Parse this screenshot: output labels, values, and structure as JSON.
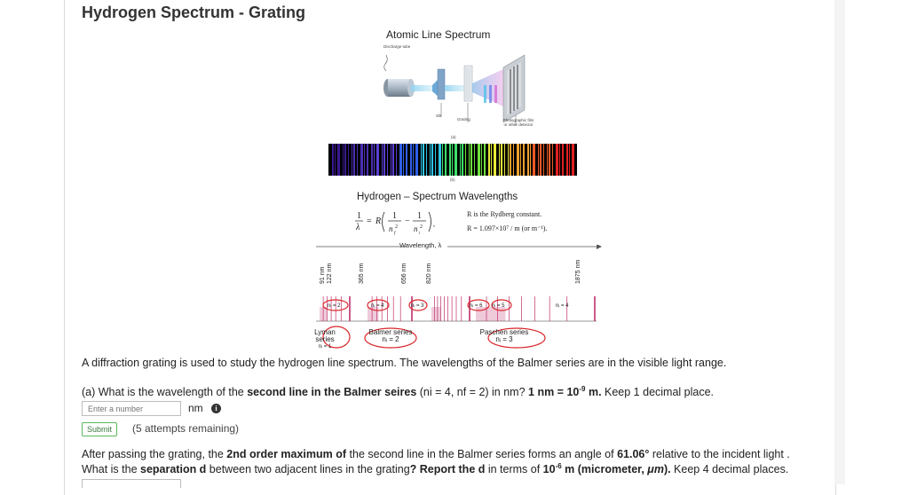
{
  "problem": {
    "title": "Hydrogen Spectrum - Grating"
  },
  "figure": {
    "heading1": "Atomic Line Spectrum",
    "discharge_tube_label": "Discharge tube",
    "slit_label": "Slit",
    "grating_label": "Grating",
    "detector_label": "Photographic film or other detector",
    "panel_a_label": "(a)",
    "panel_b_label": "(b)",
    "spectrum_line_colors": [
      "#3a1a8c",
      "#4b2fb0",
      "#5a3fd0",
      "#2f5fe8",
      "#2ec4e8",
      "#3ce06a",
      "#6fe03c",
      "#e8e83a",
      "#f0a030",
      "#f05a28",
      "#e02020"
    ],
    "heading2": "Hydrogen – Spectrum Wavelengths",
    "formula_text": "1/λ = R(1/nf² − 1/ni²)",
    "rydberg_note": "R is the Rydberg constant.",
    "rydberg_value": "R = 1.097×10⁷ / m (or m⁻¹).",
    "wavelength_axis_label": "Wavelength, λ",
    "nm_labels": [
      "91 nm",
      "122 nm",
      "365 nm",
      "656 nm",
      "820 nm",
      "1875 nm"
    ],
    "level_labels": [
      "nᵢ = 2",
      "nᵢ = 4",
      "nᵢ = 3",
      "nᵢ = 6",
      "nᵢ = 5",
      "nᵢ = 4"
    ],
    "lyman_series": [
      "Lyman",
      "series",
      "nᵢ = 1"
    ],
    "balmer_series": [
      "Balmer series",
      "nᵢ = 2"
    ],
    "paschen_series": [
      "Paschen series",
      "nᵢ = 3"
    ],
    "highlight_color": "#d9252a",
    "series_line_color": "#c0306a"
  },
  "intro": "A diffraction grating is used to study the hydrogen line spectrum. The wavelengths of the Balmer series are in the visible light range.",
  "part_a": {
    "prefix": "(a) What is the wavelength of the ",
    "bold1": "second line in the Balmer seires",
    "middle": " (ni = 4, nf = 2) in nm? ",
    "bold2a": "1 nm = 10",
    "bold2_exp": "-9",
    "bold2b": " m.",
    "suffix": " Keep 1 decimal place.",
    "input_placeholder": "Enter a number",
    "unit": "nm",
    "info_icon": "i",
    "submit_label": "Submit",
    "attempts_text": "(5 attempts remaining)"
  },
  "part_b": {
    "line1_a": "After passing the grating, the ",
    "line1_b1": "2nd order maximum of",
    "line1_c": " the second line in the Balmer series forms an angle of ",
    "line1_b2": "61.06°",
    "line1_d": " relative to the incident light .",
    "line2_a": "What is the ",
    "line2_b1": "separation d",
    "line2_c": " between two adjacent lines in the grating",
    "line2_b2": "? Report the d",
    "line2_d": " in terms of ",
    "line2_b3a": "10",
    "line2_b3_exp": "-6",
    "line2_b3b": " m (micrometer, ",
    "line2_b3_mu": "μm",
    "line2_b3c": ").",
    "line2_e": "  Keep 4 decimal places."
  }
}
